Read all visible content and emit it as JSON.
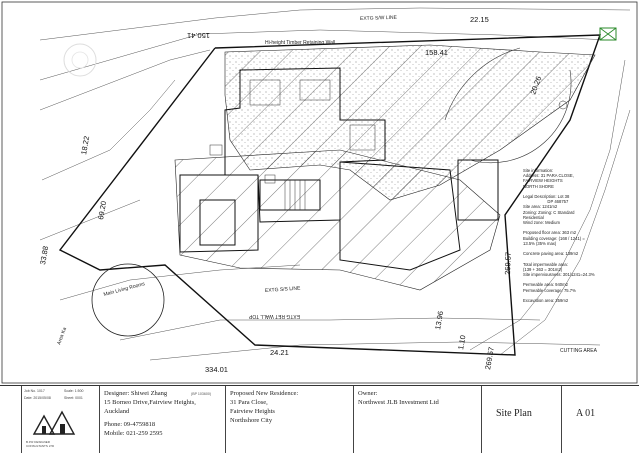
{
  "plan": {
    "street_labels": {
      "top_boundary": "EXTG S/W LINE",
      "bottom_boundary": "EXTG S/S LINE",
      "wall_top": "EXTG RET WALL TOP",
      "cutting_area": "CUTTING AREA",
      "retaining_wall": "Hi-height Timber Retaining Wall",
      "area_ka": "Area Ka",
      "living": "Main Living Rooms"
    },
    "dimensions": {
      "top_a": "150.41",
      "top_b": "158.41",
      "top_c": "22.15",
      "left_a": "18.22",
      "left_b": "69.20",
      "left_c": "33.88",
      "bottom_a": "334.01",
      "bottom_b": "24.21",
      "right_a": "20.26",
      "right_b": "269.57",
      "right_c": "13.96",
      "right_d": "1.10",
      "right_e": "269.57"
    },
    "site_info": [
      "Site information:",
      "Address: 31 PARA CLOSE,",
      "FAIRVIEW HEIGHTS",
      "NORTH SHORE",
      "",
      "Legal Description: Lot 38",
      "                     DP 468757",
      "Site area: 1241m2",
      "Zoning: Zoning: C Standard",
      "Residential",
      "Wind zone: Medium",
      "",
      "Proposed floor area: 363 m2",
      "Building coverage: (168 / 1241) =",
      "13.5% (35% max)",
      "",
      "Concrete paving area: 139m2",
      "",
      "Total impermeable area:",
      "(139 + 363 = 301m2)",
      "Site imperviousness: 301/1241=24.3%",
      "",
      "Permeable area: 940m2",
      "Permeable coverage: 75.7%",
      "",
      "Excavation area: 259m2"
    ]
  },
  "titleblock": {
    "drawn_rows": [
      "Job No. 1017",
      "Scale: 1:500",
      "Date: 2015/05/08",
      "Sheet: 0001"
    ],
    "designer": {
      "line1": "Designer: Shiwei Zhang",
      "tag": "(BP 103600)",
      "line2": "15 Borneo Drive,Fairview Heights,",
      "line3": "Auckland",
      "line4": "Phone: 09-4759818",
      "line5": "Mobile: 021-259 2595"
    },
    "logo_caption": "B.P.R DESIGNER\nCONSULTANTS LTD",
    "project": {
      "line1": "Proposed New Residence:",
      "line2": "31 Para Close,",
      "line3": "Fairview Heights",
      "line4": "Northshore City"
    },
    "owner": {
      "label": "Owner:",
      "name": "Northwest JLB Investment Ltd"
    },
    "sheet_title": "Site Plan",
    "sheet_number": "A 01"
  }
}
